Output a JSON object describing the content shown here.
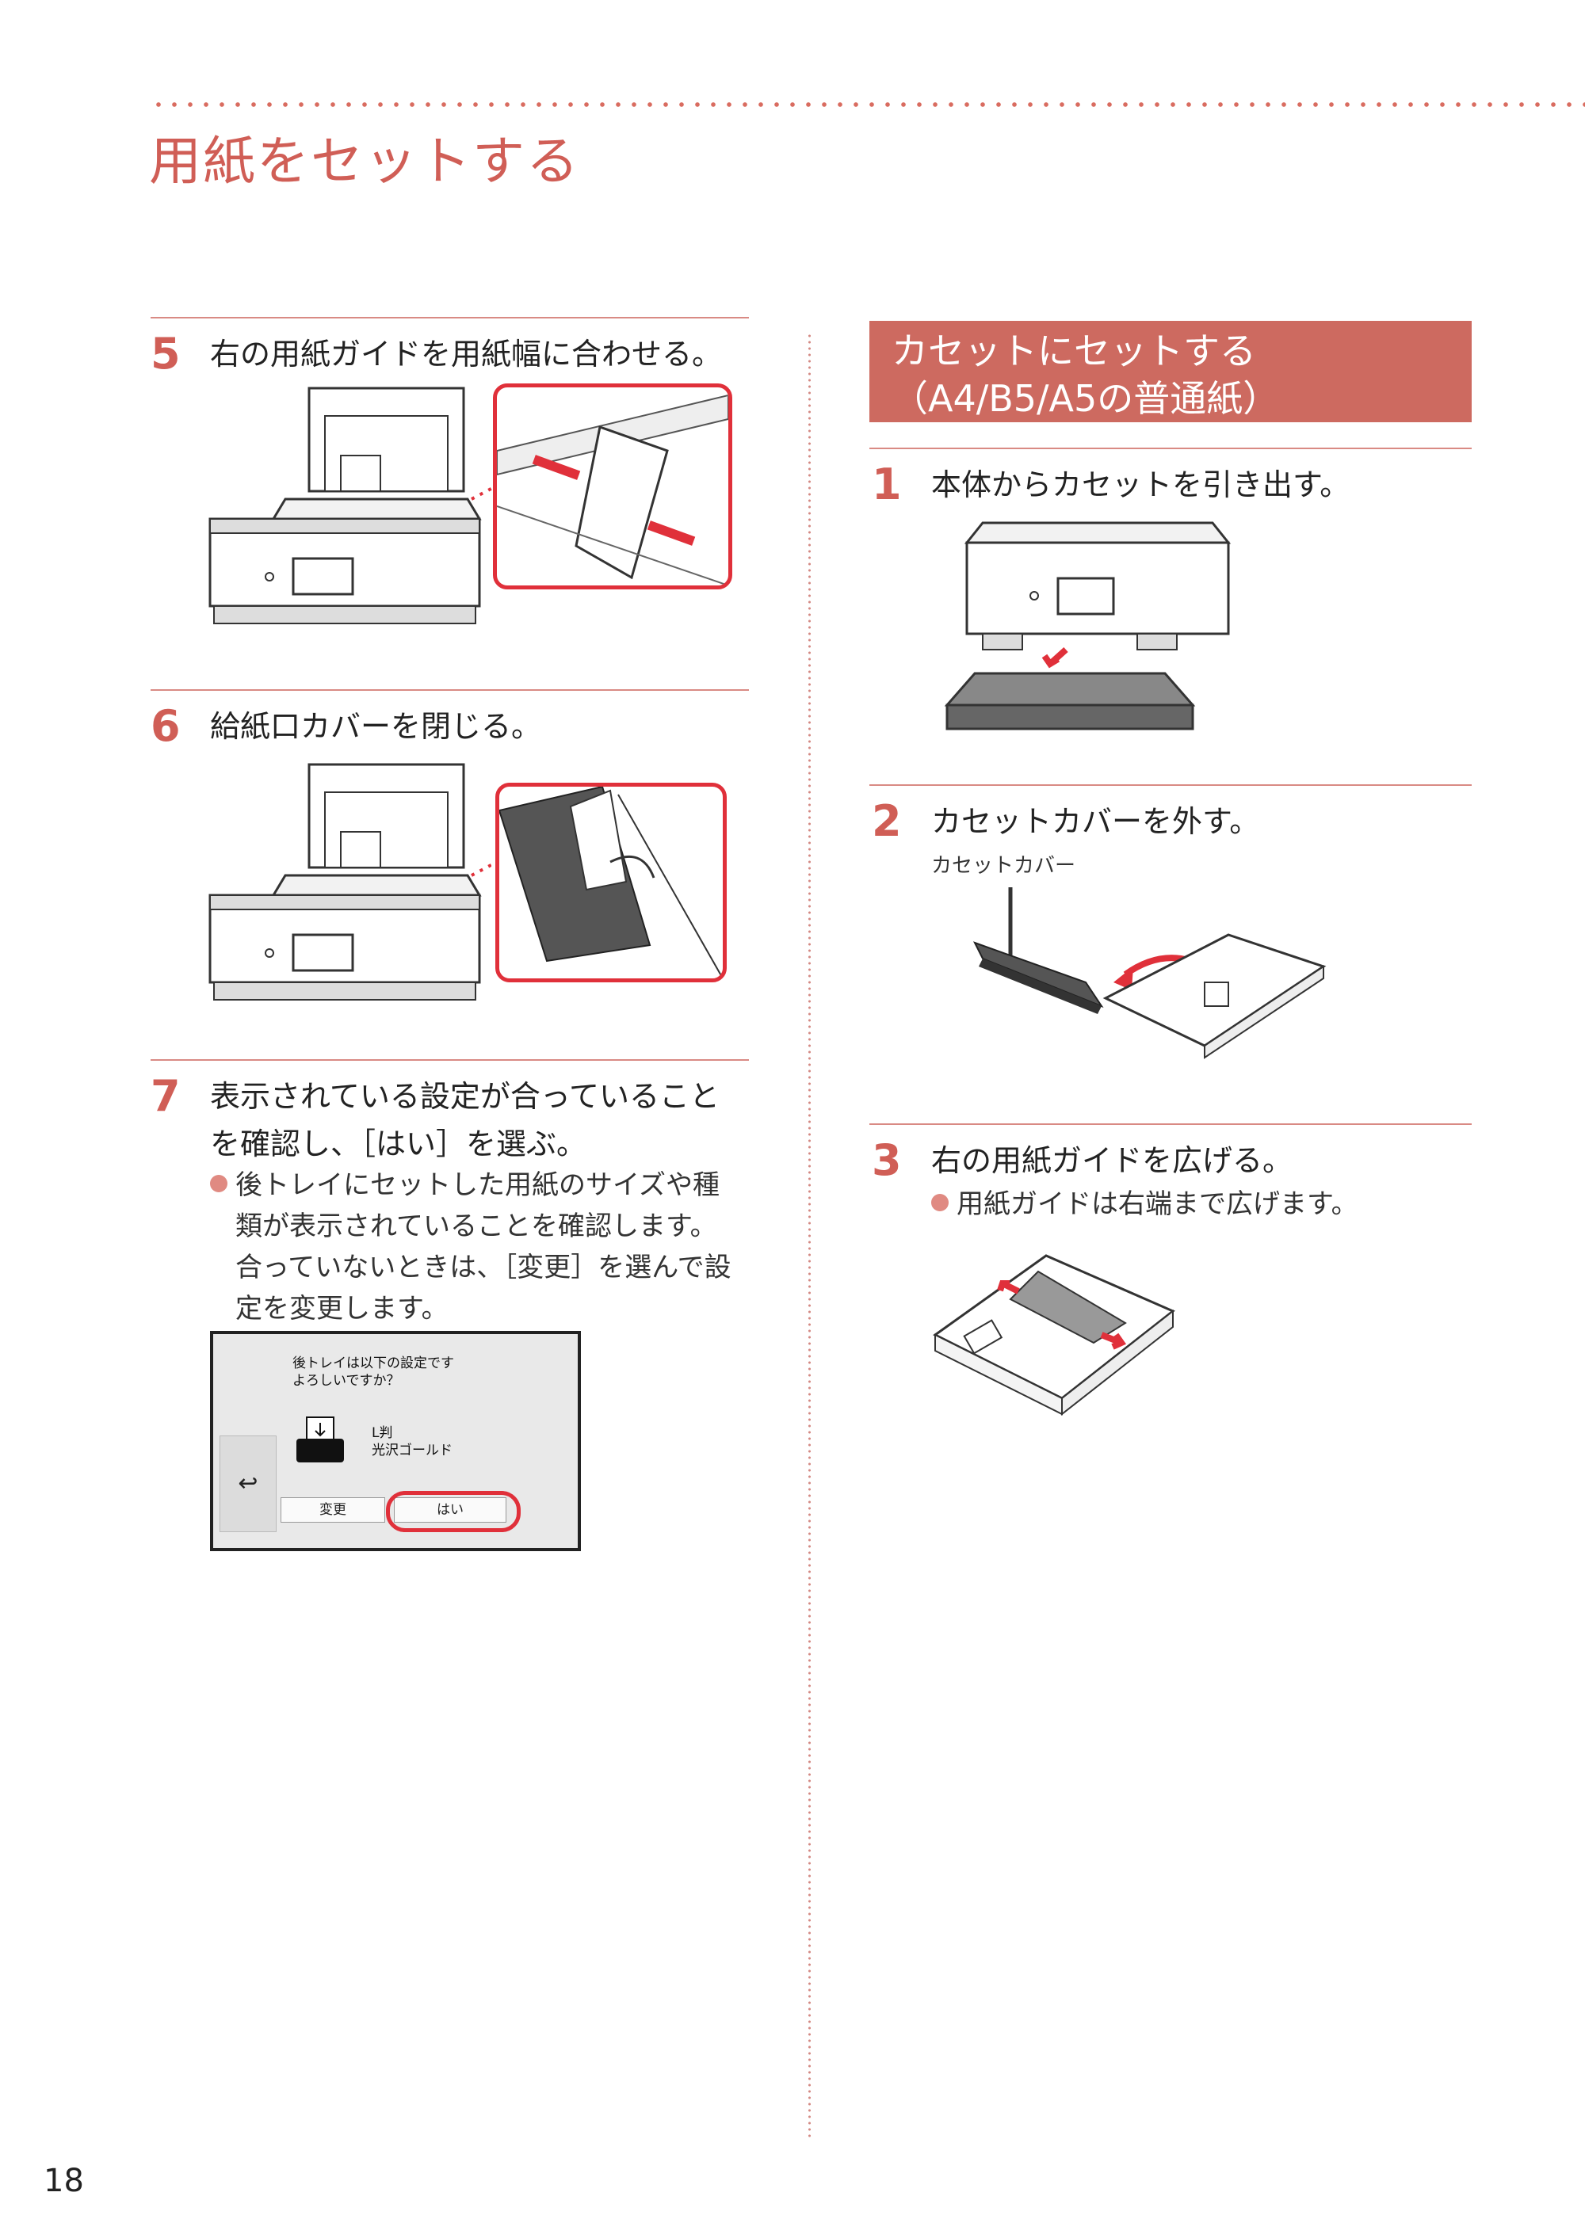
{
  "page": {
    "title": "用紙をセットする",
    "page_number": "18"
  },
  "left": {
    "steps": [
      {
        "number": "5",
        "text": "右の用紙ガイドを用紙幅に合わせる。"
      },
      {
        "number": "6",
        "text": "給紙口カバーを閉じる。"
      },
      {
        "number": "7",
        "text_line1": "表示されている設定が合っていること",
        "text_line2": "を確認し、［はい］を選ぶ。"
      }
    ],
    "note_lines": [
      "後トレイにセットした用紙のサイズや種",
      "類が表示されていることを確認します。",
      "合っていないときは、［変更］を選んで設",
      "定を変更します。"
    ],
    "screen": {
      "message_line1": "後トレイは以下の設定です",
      "message_line2": "よろしいですか？",
      "media_size": "L判",
      "media_type": "光沢ゴールド",
      "back_symbol": "↩",
      "change_button": "変更",
      "yes_button": "はい"
    }
  },
  "right": {
    "section_title": "カセットにセットする（A4/B5/A5の普通紙）",
    "steps": [
      {
        "number": "1",
        "text": "本体からカセットを引き出す。"
      },
      {
        "number": "2",
        "text": "カセットカバーを外す。",
        "caption": "カセットカバー"
      },
      {
        "number": "3",
        "text": "右の用紙ガイドを広げる。",
        "note": "用紙ガイドは右端まで広げます。"
      }
    ]
  },
  "colors": {
    "accent": "#d05e56",
    "highlight": "#e0303a"
  }
}
